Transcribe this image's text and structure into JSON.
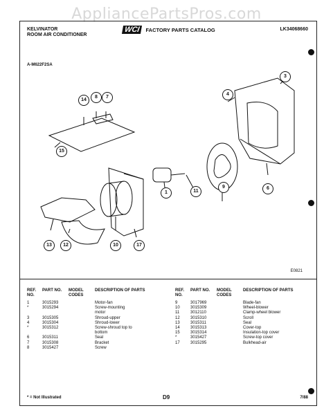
{
  "watermark": "AppliancePartsPros.com",
  "header": {
    "brand": "KELVINATOR",
    "product": "ROOM AIR CONDITIONER",
    "logo": "WCI",
    "catalog": "FACTORY PARTS CATALOG",
    "catalog_no": "LK34068660"
  },
  "model_code": "A-M622F2SA",
  "figure_code": "E0821",
  "callouts": [
    "14",
    "8",
    "7",
    "15",
    "4",
    "3",
    "1",
    "11",
    "9",
    "6",
    "13",
    "12",
    "10",
    "17"
  ],
  "table_headers": {
    "ref_no": "REF. NO.",
    "part_no": "PART NO.",
    "model_codes": "MODEL CODES",
    "description": "DESCRIPTION OF PARTS"
  },
  "parts_left": [
    {
      "ref": "1",
      "part": "3015293",
      "desc": "Motor-fan"
    },
    {
      "ref": "*",
      "part": "3015294",
      "desc": "Screw-mounting"
    },
    {
      "ref": "",
      "part": "",
      "desc": "motor"
    },
    {
      "ref": "3",
      "part": "3015305",
      "desc": "Shroud-upper"
    },
    {
      "ref": "4",
      "part": "3015304",
      "desc": "Shroud-lower"
    },
    {
      "ref": "*",
      "part": "3015312",
      "desc": "Screw-shroud top to"
    },
    {
      "ref": "",
      "part": "",
      "desc": "bottom"
    },
    {
      "ref": "6",
      "part": "3015311",
      "desc": "Seal"
    },
    {
      "ref": "7",
      "part": "3015308",
      "desc": "Bracket"
    },
    {
      "ref": "8",
      "part": "3015427",
      "desc": "Screw"
    }
  ],
  "parts_right": [
    {
      "ref": "9",
      "part": "3017969",
      "desc": "Blade-fan"
    },
    {
      "ref": "10",
      "part": "3015309",
      "desc": "Wheel-blower"
    },
    {
      "ref": "11",
      "part": "3012110",
      "desc": "Clamp-wheel blower"
    },
    {
      "ref": "12",
      "part": "3015310",
      "desc": "Scroll"
    },
    {
      "ref": "13",
      "part": "3015311",
      "desc": "Seal"
    },
    {
      "ref": "14",
      "part": "3015313",
      "desc": "Cover-top"
    },
    {
      "ref": "15",
      "part": "3015314",
      "desc": "Insulation-top cover"
    },
    {
      "ref": "*",
      "part": "3015427",
      "desc": "Screw-top cover"
    },
    {
      "ref": "17",
      "part": "3015295",
      "desc": "Bulkhead-air"
    }
  ],
  "footer": {
    "note": "* = Not Illustrated",
    "page": "D9",
    "date": "7/88"
  }
}
